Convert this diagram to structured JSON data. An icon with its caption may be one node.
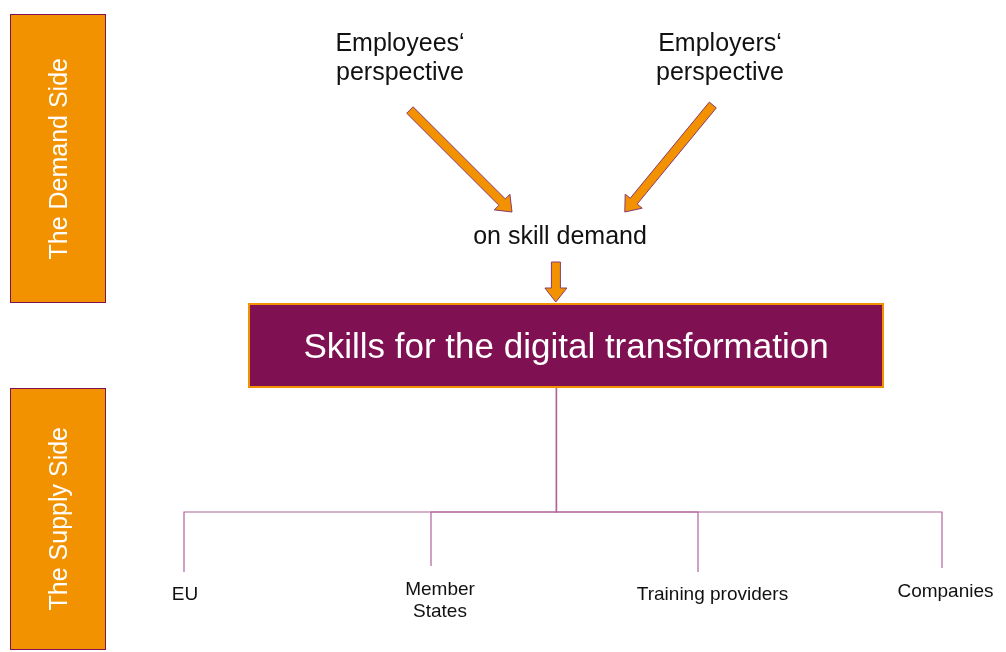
{
  "diagram": {
    "nodes": [
      {
        "text": [
          "The Demand Side"
        ]
      },
      {
        "text": [
          "The Supply Side"
        ]
      },
      {
        "text": [
          "Employees‘ perspective"
        ]
      },
      {
        "text": [
          "Employers‘ perspective"
        ]
      },
      {
        "text": [
          "on skill demand"
        ]
      },
      {
        "text": [
          "Skills for the digital transformation"
        ]
      },
      {
        "text": [
          "EU"
        ]
      },
      {
        "text": [
          "Member States"
        ]
      },
      {
        "text": [
          "Training providers"
        ]
      },
      {
        "text": [
          "Companies"
        ]
      }
    ],
    "edges": [
      {
        "from": 2,
        "to": 4,
        "arrow": "to"
      },
      {
        "from": 3,
        "to": 4,
        "arrow": "to"
      },
      {
        "from": 4,
        "to": 5,
        "arrow": "to"
      },
      {
        "from": 5,
        "to": 6,
        "arrow": "none"
      },
      {
        "from": 5,
        "to": 7,
        "arrow": "none"
      },
      {
        "from": 5,
        "to": 8,
        "arrow": "none"
      },
      {
        "from": 5,
        "to": 9,
        "arrow": "none"
      }
    ]
  }
}
